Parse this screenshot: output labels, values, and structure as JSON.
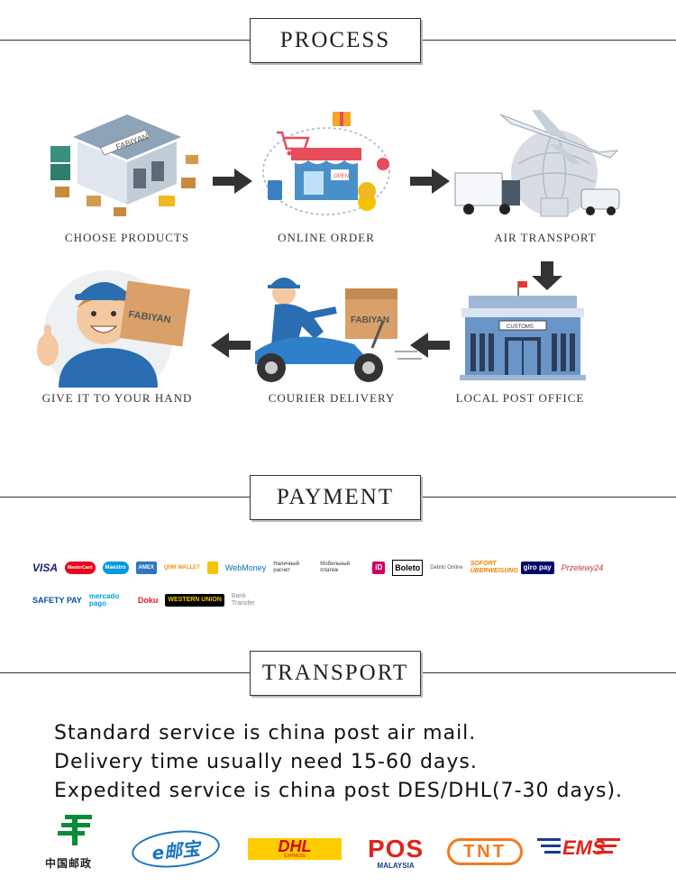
{
  "sections": {
    "process": "PROCESS",
    "payment": "PAYMENT",
    "transport": "TRANSPORT"
  },
  "process_steps": [
    {
      "label": "CHOOSE PRODUCTS",
      "icon": "warehouse-icon",
      "brand": "FABIYAN"
    },
    {
      "label": "ONLINE ORDER",
      "icon": "online-shop-icon",
      "sign": "OPEN"
    },
    {
      "label": "AIR TRANSPORT",
      "icon": "airplane-truck-icon"
    },
    {
      "label": "LOCAL POST OFFICE",
      "icon": "customs-building-icon",
      "sign": "CUSTOMS"
    },
    {
      "label": "COURIER DELIVERY",
      "icon": "scooter-courier-icon",
      "brand": "FABIYAN"
    },
    {
      "label": "GIVE IT TO YOUR HAND",
      "icon": "happy-receiver-icon",
      "brand": "FABIYAN"
    }
  ],
  "payment_row1": [
    {
      "text": "VISA",
      "color": "#1a1f71"
    },
    {
      "text": "MasterCard",
      "color": "#eb001b"
    },
    {
      "text": "Maestro",
      "color": "#0099df"
    },
    {
      "text": "AMEX",
      "color": "#2e77bc"
    },
    {
      "text": "QIWI WALLET",
      "color": "#ff8c00"
    },
    {
      "text": "",
      "color": "#f5c400"
    },
    {
      "text": "WebMoney",
      "color": "#036cb5"
    },
    {
      "text": "Наличный расчет",
      "color": "#4caf50"
    },
    {
      "text": "Мобильный платеж",
      "color": "#4caf50"
    },
    {
      "text": "iD",
      "color": "#cc0066"
    },
    {
      "text": "Boleto",
      "color": "#000000"
    },
    {
      "text": "Debito Online",
      "color": "#555555"
    },
    {
      "text": "SOFORT ÜBERWEISUNG",
      "color": "#ef8200"
    },
    {
      "text": "giro pay",
      "color": "#000268"
    },
    {
      "text": "Przelewy24",
      "color": "#d13239"
    }
  ],
  "payment_row2": [
    {
      "text": "SAFETY PAY",
      "color": "#0a4ea2"
    },
    {
      "text": "mercado pago",
      "color": "#00a0df"
    },
    {
      "text": "Doku",
      "color": "#e31e24"
    },
    {
      "text": "WESTERN UNION",
      "color": "#000000"
    },
    {
      "text": "Bank Transfer",
      "color": "#888888"
    }
  ],
  "transport_lines": [
    "Standard service is china post air mail.",
    "Delivery time usually need 15-60 days.",
    "Expedited service is china post DES/DHL(7-30 days)."
  ],
  "carriers": {
    "china_post": "中国邮政",
    "epacket": "e邮宝",
    "dhl": "DHL",
    "dhl_sub": "EXPRESS",
    "pos": "POS",
    "pos_sub": "MALAYSIA",
    "tnt": "TNT",
    "ems": "EMS"
  },
  "colors": {
    "accent_blue": "#3b7fc4",
    "arrow": "#333333",
    "dhl_yellow": "#ffcc00",
    "dhl_red": "#d40511",
    "pos_red": "#e2231a",
    "tnt_orange": "#f47920",
    "china_post_green": "#0a8a3a"
  }
}
